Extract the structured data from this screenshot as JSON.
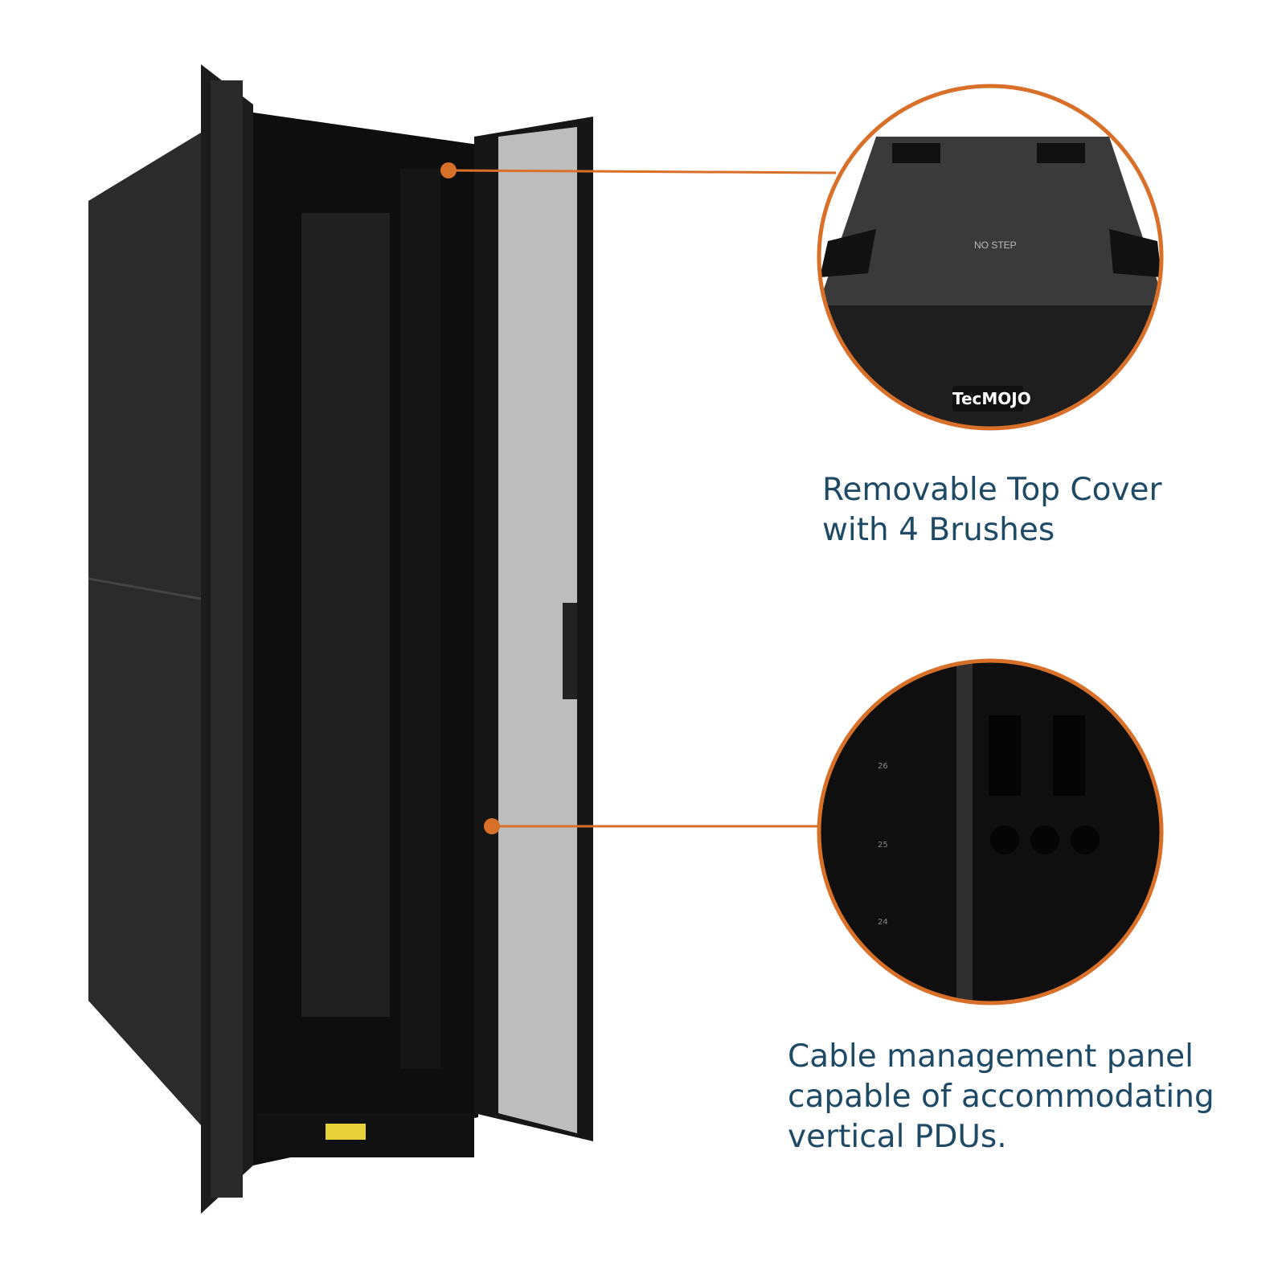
{
  "callouts": [
    {
      "title_line1": "Removable Top Cover",
      "title_line2": "with 4 Brushes"
    },
    {
      "title_line1": "Cable management panel",
      "title_line2": "capable of accommodating",
      "title_line3": "vertical PDUs."
    }
  ],
  "top_cover_label": "NO STEP",
  "brand_logo": "TecMOJO",
  "rack_unit_numbers": [
    "26",
    "25",
    "24"
  ],
  "colors": {
    "accent": "#d9702a",
    "text": "#1f4a66",
    "rack": "#1a1a1a"
  }
}
